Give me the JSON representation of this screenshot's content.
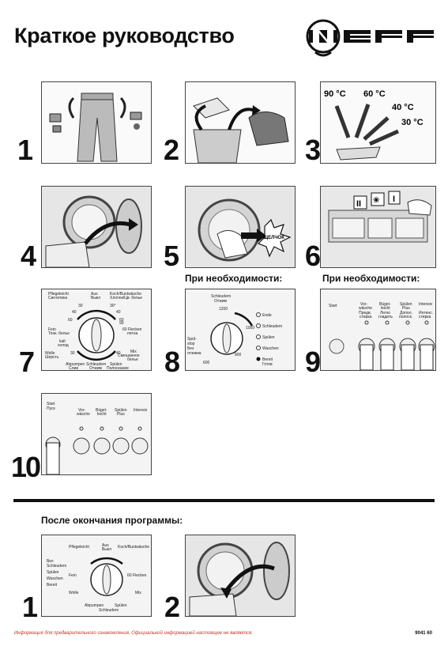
{
  "title": "Краткое руководство",
  "brand": "NEFF",
  "steps_top": [
    {
      "num": "1"
    },
    {
      "num": "2"
    },
    {
      "num": "3",
      "temps": [
        "90 °C",
        "60 °C",
        "40 °C",
        "30 °C"
      ]
    },
    {
      "num": "4"
    },
    {
      "num": "5",
      "callout": "ЩЕЛЧОК"
    },
    {
      "num": "6",
      "compartments": [
        "II",
        "❀",
        "I"
      ]
    },
    {
      "num": "7"
    },
    {
      "num": "8"
    },
    {
      "num": "9"
    },
    {
      "num": "10"
    }
  ],
  "if_needed_1": "При необходимости:",
  "if_needed_2": "При необходимости:",
  "dial7": {
    "labels": [
      "Pflegeleicht\nСинтетика",
      "Aus\nВыкл",
      "Koch/Buntwäsche\nХлопок/Цв. белье",
      "Fein\nТонк. белье",
      "60 Flecken\nпятна",
      "kalt\nхолод",
      "Wolle\nШерсть",
      "Mix\nСмешанное белье",
      "Abpumpen\nСлив",
      "Schleudern\nОтжим",
      "Spülen\nПолоскание"
    ],
    "temps": [
      "30",
      "40",
      "60",
      "30",
      "40",
      "60",
      "90",
      "40",
      "30"
    ]
  },
  "dial8": {
    "labels": [
      "Schleudern\nОтжим",
      "1200",
      "1000",
      "800",
      "600",
      "Spül-\nstop\nБез\nотжима"
    ],
    "status": [
      "Ende",
      "Schleudern",
      "Spülen",
      "Waschen",
      "Bereit\nГотов"
    ]
  },
  "panel9": {
    "start": "Start",
    "buttons": [
      "Vor-\nwäsche\nПредв.\nстирка",
      "Bügel-\nleicht\nЛегко\nгладить",
      "Spülen\nPlus\nДопол.\nполоск.",
      "Intensiv\nИнтенс.\nстирка"
    ]
  },
  "panel10": {
    "start": "Start\nПуск",
    "buttons": [
      "Vor-\nwäsche",
      "Bügel-\nleicht",
      "Spülen\nPlus",
      "Intensiv"
    ]
  },
  "after_program": "После окончания программы:",
  "steps_bottom": [
    {
      "num": "1"
    },
    {
      "num": "2"
    }
  ],
  "footer": "Информация для предварительного ознакомления. Официальной информацией настоящее не является.",
  "doc_code": "9041 60"
}
